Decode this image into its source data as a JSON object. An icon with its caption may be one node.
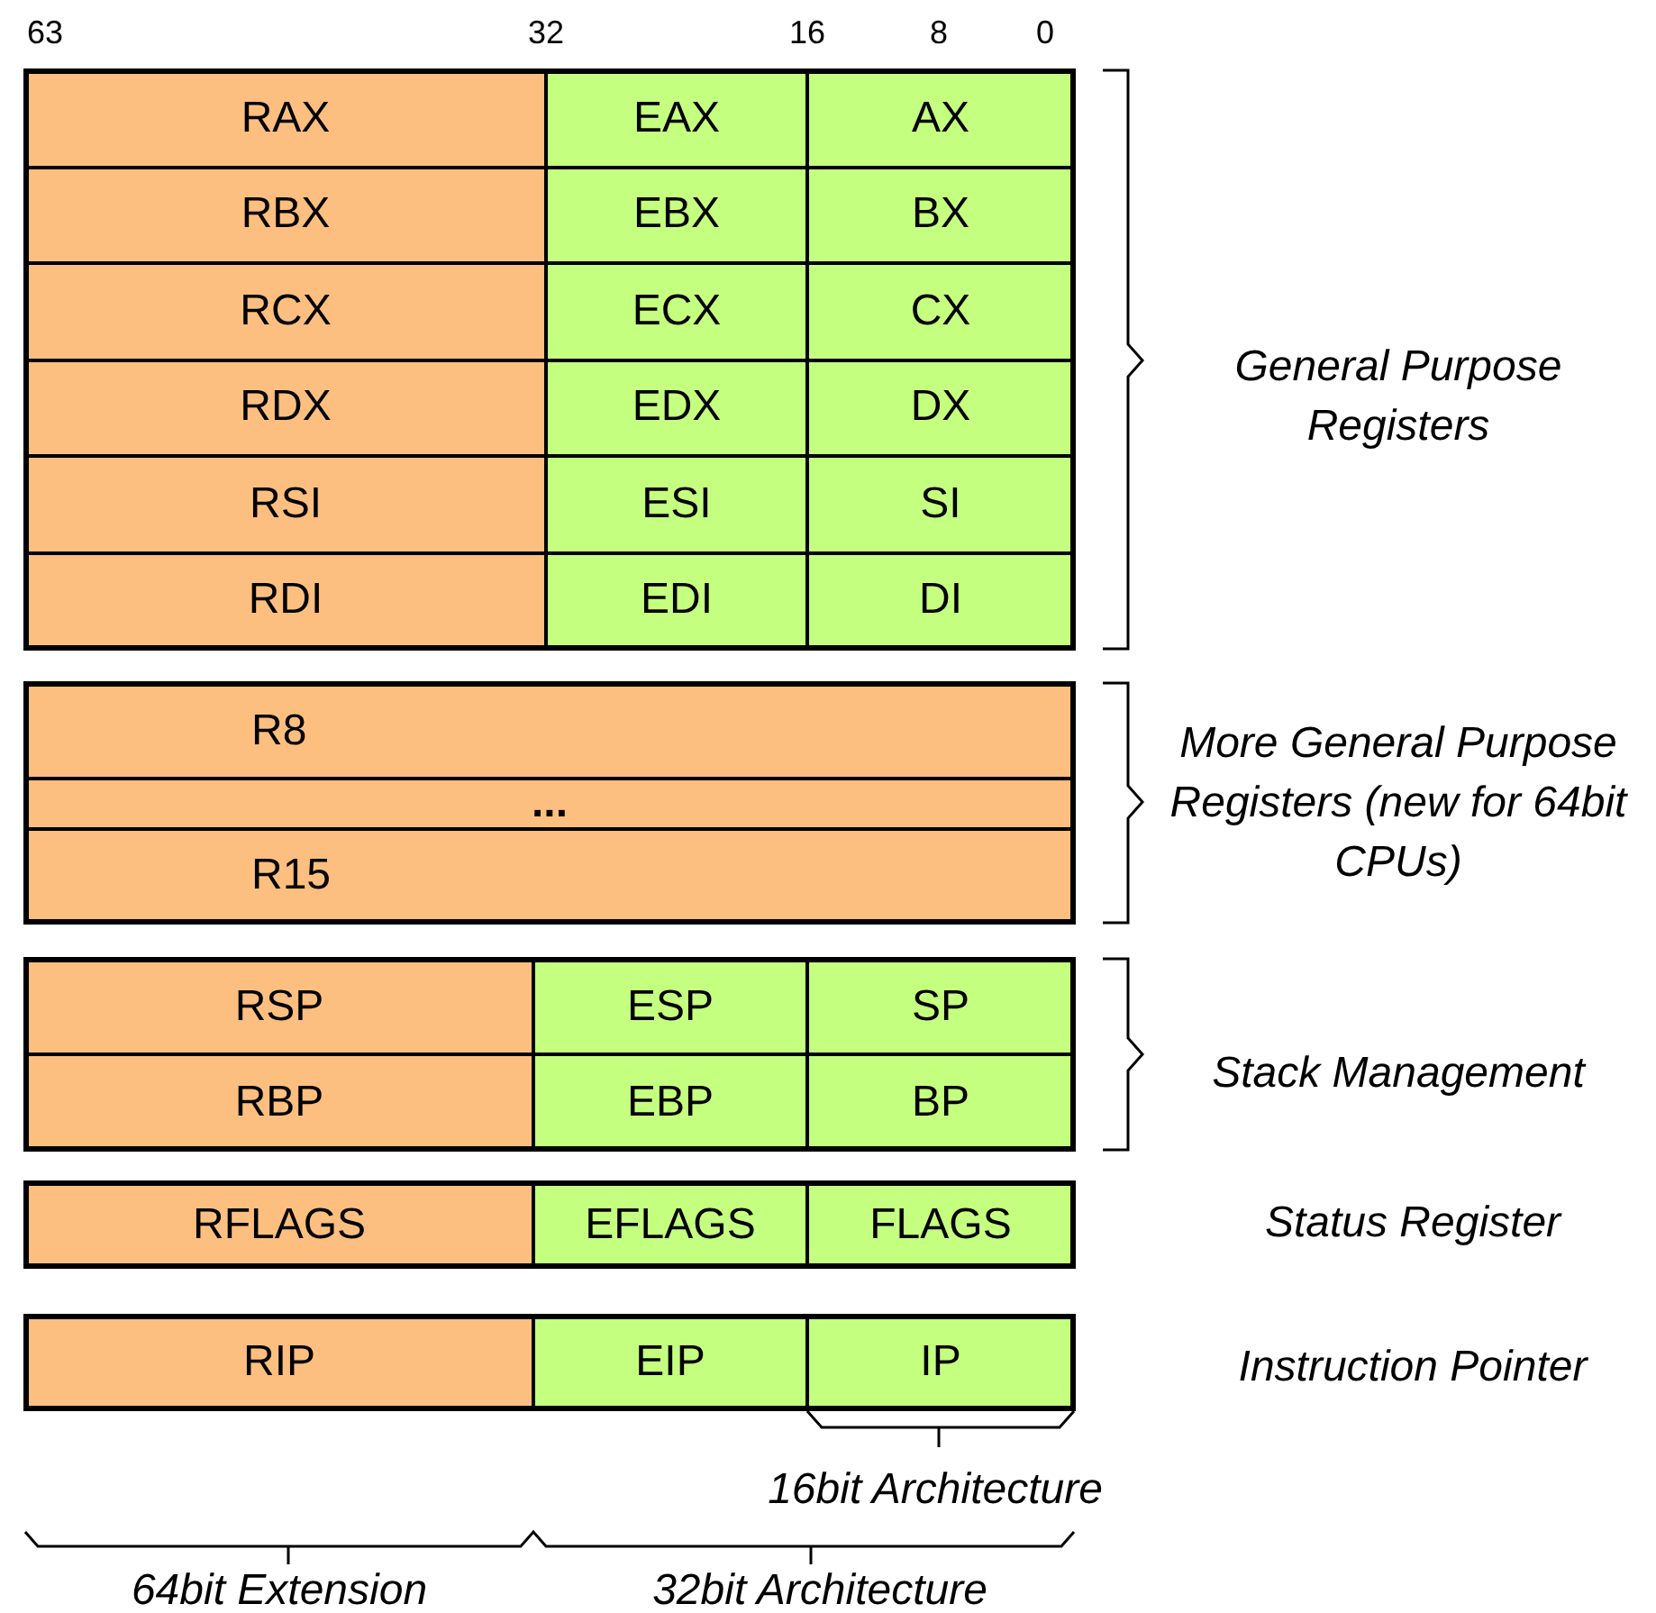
{
  "diagram": {
    "nodes": [
      {
        "text": [
          "RAX"
        ]
      },
      {
        "text": [
          "EAX"
        ]
      },
      {
        "text": [
          "AX"
        ]
      },
      {
        "text": [
          "RBX"
        ]
      },
      {
        "text": [
          "EBX"
        ]
      },
      {
        "text": [
          "BX"
        ]
      },
      {
        "text": [
          "RCX"
        ]
      },
      {
        "text": [
          "ECX"
        ]
      },
      {
        "text": [
          "CX"
        ]
      },
      {
        "text": [
          "RDX"
        ]
      },
      {
        "text": [
          "EDX"
        ]
      },
      {
        "text": [
          "DX"
        ]
      },
      {
        "text": [
          "RSI"
        ]
      },
      {
        "text": [
          "ESI"
        ]
      },
      {
        "text": [
          "SI"
        ]
      },
      {
        "text": [
          "RDI"
        ]
      },
      {
        "text": [
          "EDI"
        ]
      },
      {
        "text": [
          "DI"
        ]
      },
      {
        "text": [
          "R8"
        ]
      },
      {
        "text": [
          "..."
        ]
      },
      {
        "text": [
          "R15"
        ]
      },
      {
        "text": [
          "RSP"
        ]
      },
      {
        "text": [
          "ESP"
        ]
      },
      {
        "text": [
          "SP"
        ]
      },
      {
        "text": [
          "RBP"
        ]
      },
      {
        "text": [
          "EBP"
        ]
      },
      {
        "text": [
          "BP"
        ]
      },
      {
        "text": [
          "RFLAGS"
        ]
      },
      {
        "text": [
          "EFLAGS"
        ]
      },
      {
        "text": [
          "FLAGS"
        ]
      },
      {
        "text": [
          "RIP"
        ]
      },
      {
        "text": [
          "EIP"
        ]
      },
      {
        "text": [
          "IP"
        ]
      }
    ],
    "labels": [
      "63",
      "32",
      "16",
      "8",
      "0",
      "General Purpose Registers",
      "More General Purpose Registers (new for 64bit CPUs)",
      "Stack Management",
      "Status Register",
      "Instruction Pointer",
      "16bit Architecture",
      "64bit Extension",
      "32bit Architecture"
    ]
  }
}
